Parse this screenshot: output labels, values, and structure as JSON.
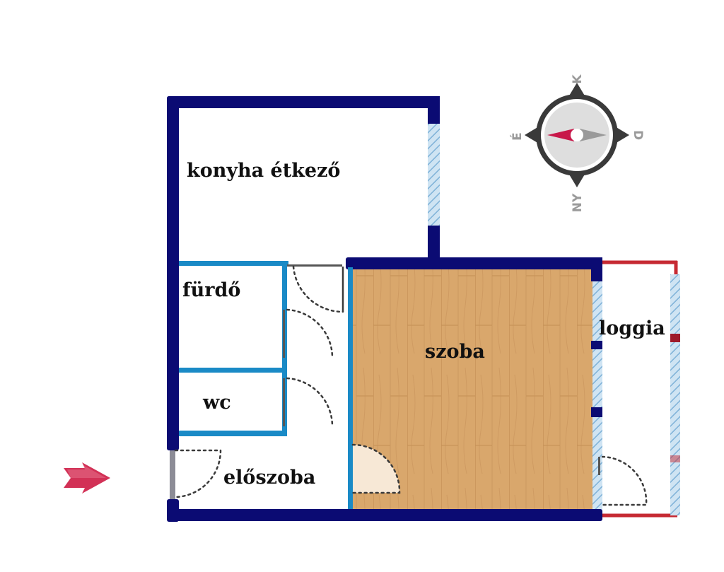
{
  "rooms": {
    "kitchen": "konyha étkező",
    "bathroom": "fürdő",
    "wc": "wc",
    "hall": "előszoba",
    "room": "szoba",
    "loggia": "loggia"
  },
  "compass": {
    "north": "K",
    "east": "D",
    "south": "NY",
    "west": "É"
  },
  "colors": {
    "outer_wall": "#0b0b73",
    "inner_wall": "#1a8ac6",
    "loggia_rail": "#c62a33",
    "window": "#9ec7e4",
    "floor_wood": "#d9a76c",
    "entrance_arrow": "#d23156",
    "compass_needle": "#c8184a"
  }
}
